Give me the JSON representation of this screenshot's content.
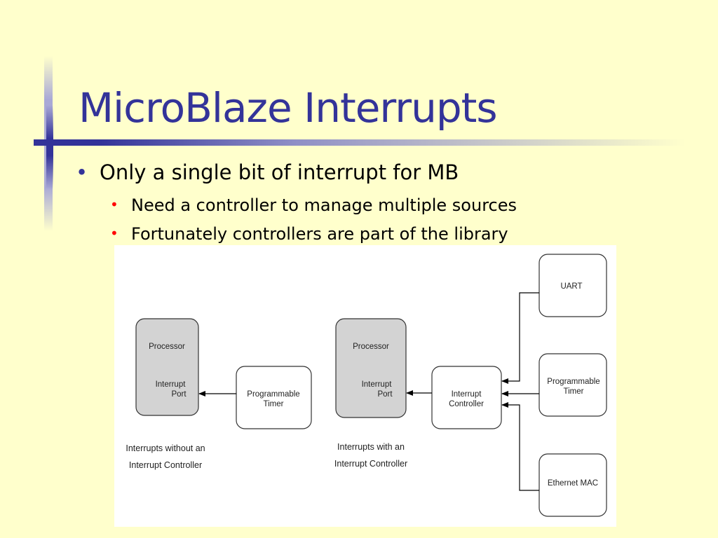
{
  "slide": {
    "title": "MicroBlaze Interrupts",
    "bullets": [
      {
        "text": "Only a single bit of interrupt for MB",
        "bullet_color": "#333399"
      },
      {
        "text": "Need a controller to manage multiple sources",
        "bullet_color": "#ff0000"
      },
      {
        "text": "Fortunately controllers are part of the library",
        "bullet_color": "#ff0000"
      }
    ],
    "bullet_glyph": "•"
  },
  "diagram": {
    "left": {
      "processor_label": "Processor",
      "port_label_line1": "Interrupt",
      "port_label_line2": "Port",
      "timer_line1": "Programmable",
      "timer_line2": "Timer",
      "caption_line1": "Interrupts without an",
      "caption_line2": "Interrupt Controller"
    },
    "right": {
      "processor_label": "Processor",
      "port_label_line1": "Interrupt",
      "port_label_line2": "Port",
      "controller_line1": "Interrupt",
      "controller_line2": "Controller",
      "caption_line1": "Interrupts with an",
      "caption_line2": "Interrupt Controller",
      "uart_label": "UART",
      "timer_line1": "Programmable",
      "timer_line2": "Timer",
      "ethernet_label": "Ethernet MAC"
    }
  },
  "colors": {
    "background": "#ffffcc",
    "accent": "#333399",
    "sub_bullet": "#ff0000",
    "processor_fill": "#d3d3d3"
  }
}
